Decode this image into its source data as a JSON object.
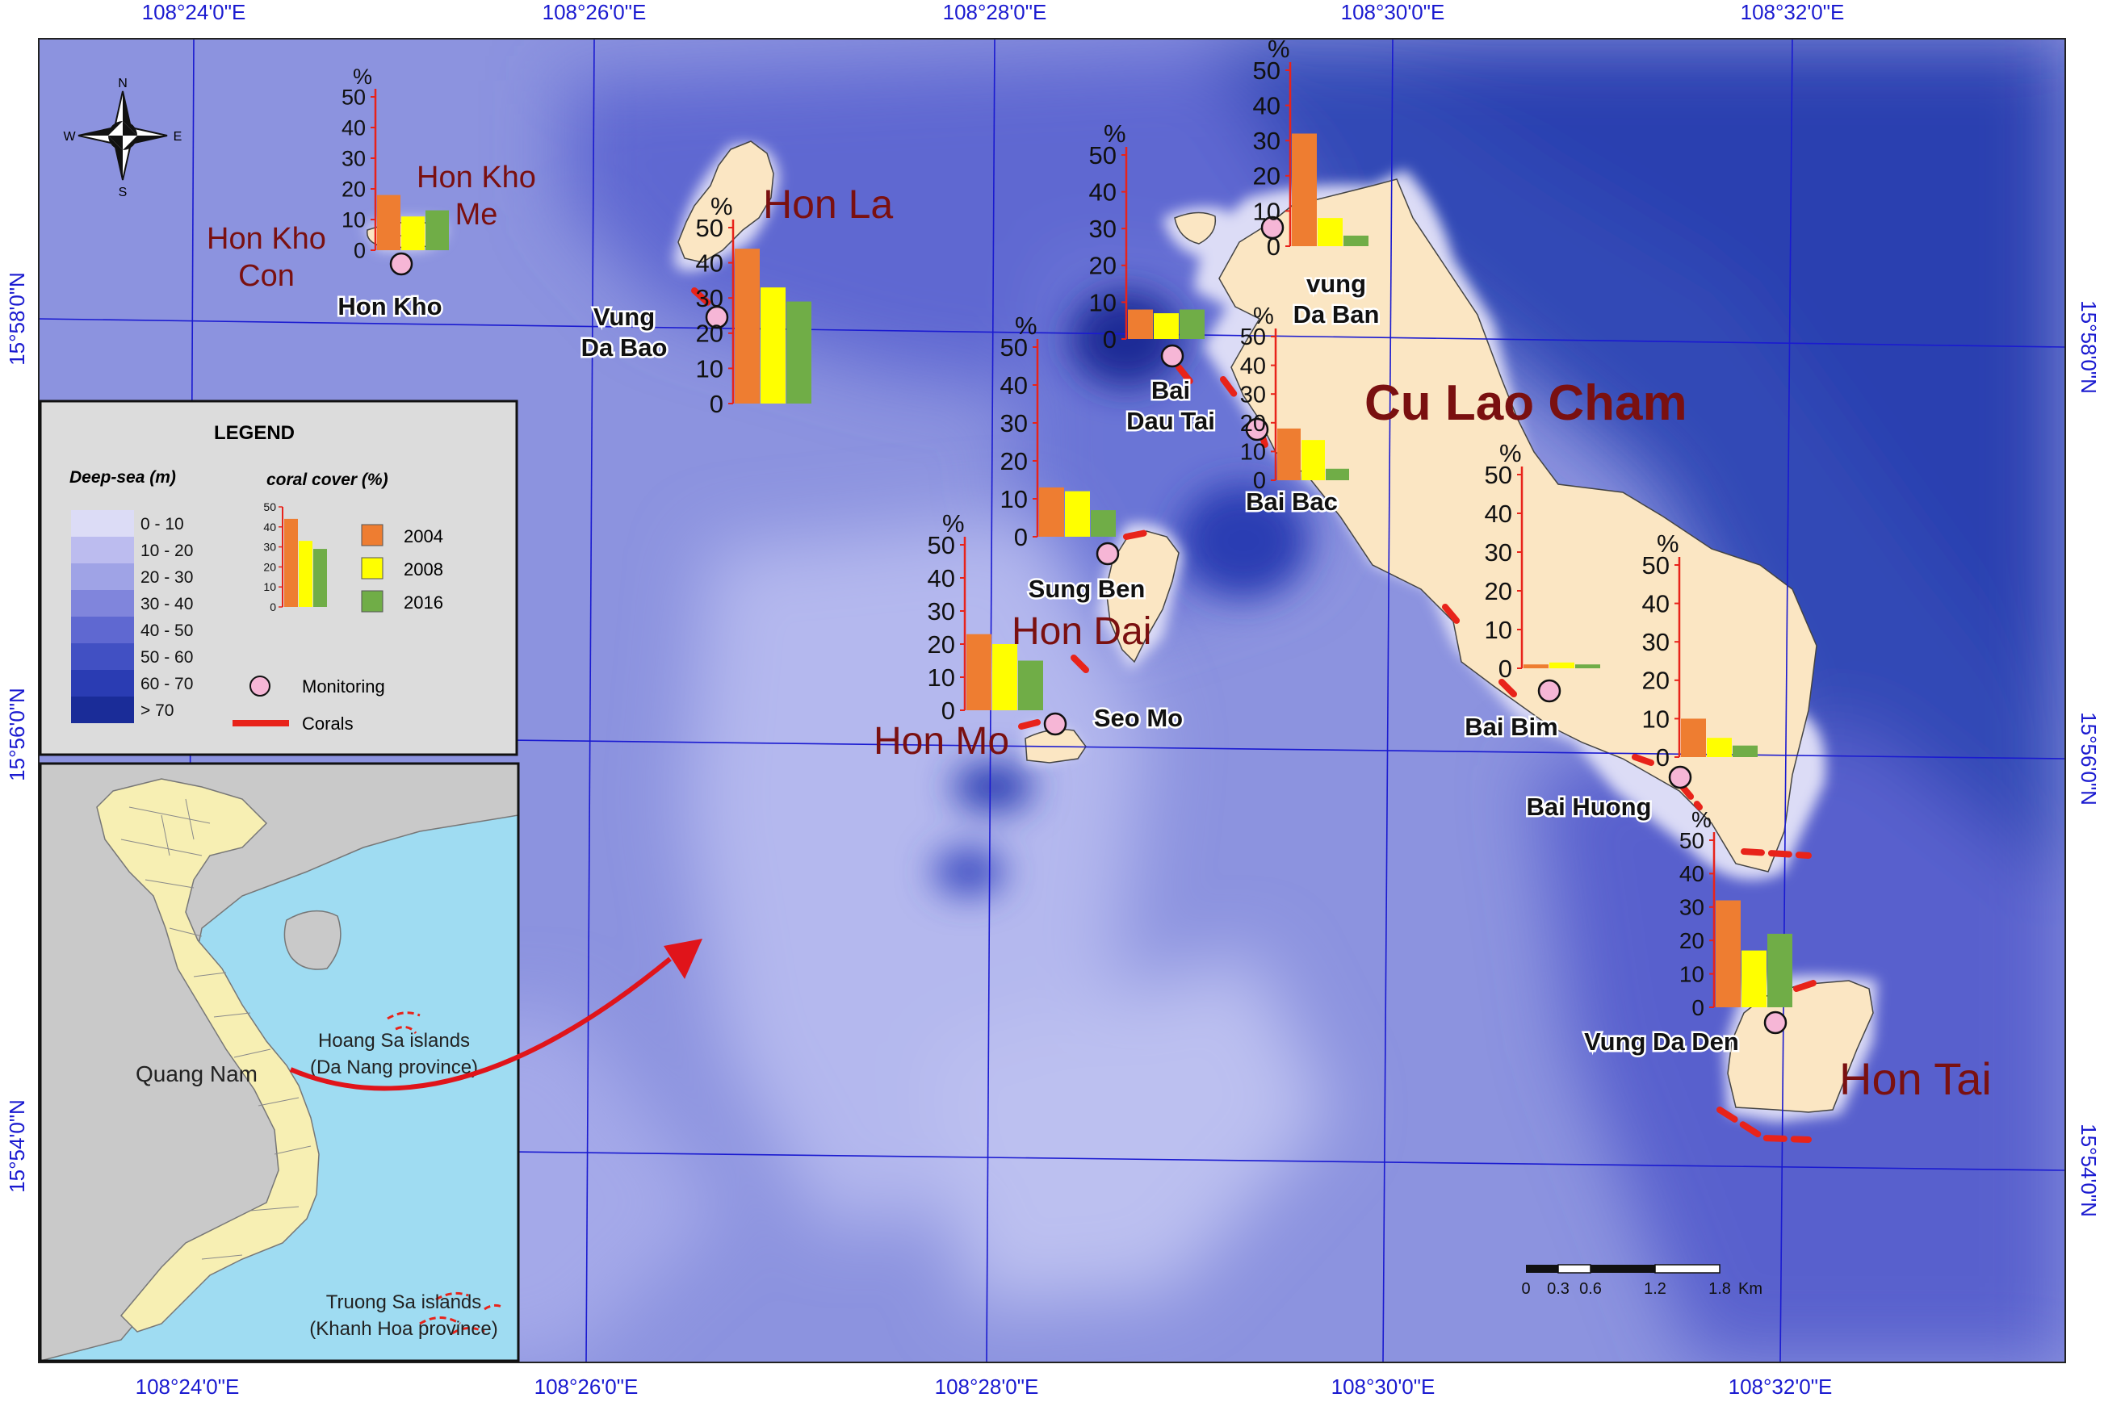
{
  "map": {
    "lon_labels": [
      "108°24'0\"E",
      "108°26'0\"E",
      "108°28'0\"E",
      "108°30'0\"E",
      "108°32'0\"E"
    ],
    "lat_labels": [
      "15°58'0\"N",
      "15°56'0\"N",
      "15°54'0\"N"
    ],
    "colors": {
      "land": "#fbe6c3",
      "mainland": "#f7efb3",
      "inset_sea": "#9fdcf2",
      "inset_land_grey": "#c9c9c9",
      "grid": "#1a1ad0",
      "coral": "#e8231a",
      "monitoring": "#f6b6d6",
      "place_label": "#7a1010",
      "y2004": "#ee7d31",
      "y2008": "#ffff00",
      "y2016": "#70ad47"
    },
    "place_names": {
      "hon_kho_me": "Hon Kho\nMe",
      "hon_kho_con": "Hon Kho\nCon",
      "hon_la": "Hon La",
      "cu_lao_cham": "Cu Lao Cham",
      "hon_dai": "Hon Dai",
      "hon_mo": "Hon Mo",
      "hon_tai": "Hon Tai"
    },
    "sites": {
      "hon_kho": "Hon Kho",
      "vung_da_bao": "Vung\nDa Bao",
      "vung_da_ban": "vung\nDa Ban",
      "bai_dau_tai": "Bai\nDau Tai",
      "bai_bac": "Bai Bac",
      "sung_ben": "Sung Ben",
      "seo_mo": "Seo Mo",
      "bai_bim": "Bai Bim",
      "bai_huong": "Bai Huong",
      "vung_da_den": "Vung Da Den"
    },
    "compass": {
      "n": "N",
      "s": "S",
      "e": "E",
      "w": "W"
    },
    "scale_bar": {
      "ticks": [
        "0",
        "0.3",
        "0.6",
        "1.2",
        "1.8"
      ],
      "unit": "Km"
    },
    "inset": {
      "quang_nam": "Quang Nam",
      "hoang_sa": "Hoang Sa islands\n(Da Nang province)",
      "truong_sa": "Truong Sa islands\n(Khanh Hoa province)"
    }
  },
  "legend": {
    "title": "LEGEND",
    "depth_title": "Deep-sea (m)",
    "cover_title": "coral cover (%)",
    "depth_classes": [
      {
        "label": "0 - 10",
        "color": "#dcdcf6"
      },
      {
        "label": "10 - 20",
        "color": "#bcbcef"
      },
      {
        "label": "20 - 30",
        "color": "#9fa3e6"
      },
      {
        "label": "30 - 40",
        "color": "#8085dc"
      },
      {
        "label": "40 - 50",
        "color": "#5f68d1"
      },
      {
        "label": "50 - 60",
        "color": "#4150c3"
      },
      {
        "label": "60 - 70",
        "color": "#2a3cb3"
      },
      {
        "label": "> 70",
        "color": "#1a2c98"
      }
    ],
    "sample_axis": [
      "50",
      "40",
      "30",
      "20",
      "10",
      "0"
    ],
    "years": [
      "2004",
      "2008",
      "2016"
    ],
    "monitoring_label": "Monitoring",
    "corals_label": "Corals"
  },
  "chart_data": {
    "type": "bar",
    "title": "",
    "ylabel": "%",
    "ylim": [
      0,
      50
    ],
    "yticks": [
      "0",
      "10",
      "20",
      "30",
      "40",
      "50"
    ],
    "categories": [
      "2004",
      "2008",
      "2016"
    ],
    "series": [
      {
        "name": "Hon Kho",
        "values": [
          18,
          11,
          13
        ]
      },
      {
        "name": "Vung Da Bao",
        "values": [
          44,
          33,
          29
        ]
      },
      {
        "name": "vung Da Ban",
        "values": [
          32,
          8,
          3
        ]
      },
      {
        "name": "Bai Dau Tai",
        "values": [
          8,
          7,
          8
        ]
      },
      {
        "name": "Bai Bac",
        "values": [
          18,
          14,
          4
        ]
      },
      {
        "name": "Sung Ben",
        "values": [
          13,
          12,
          7
        ]
      },
      {
        "name": "Seo Mo",
        "values": [
          23,
          20,
          15
        ]
      },
      {
        "name": "Bai Bim",
        "values": [
          1,
          1.5,
          1
        ]
      },
      {
        "name": "Bai Huong",
        "values": [
          10,
          5,
          3
        ]
      },
      {
        "name": "Vung Da Den",
        "values": [
          32,
          17,
          22
        ]
      }
    ]
  }
}
